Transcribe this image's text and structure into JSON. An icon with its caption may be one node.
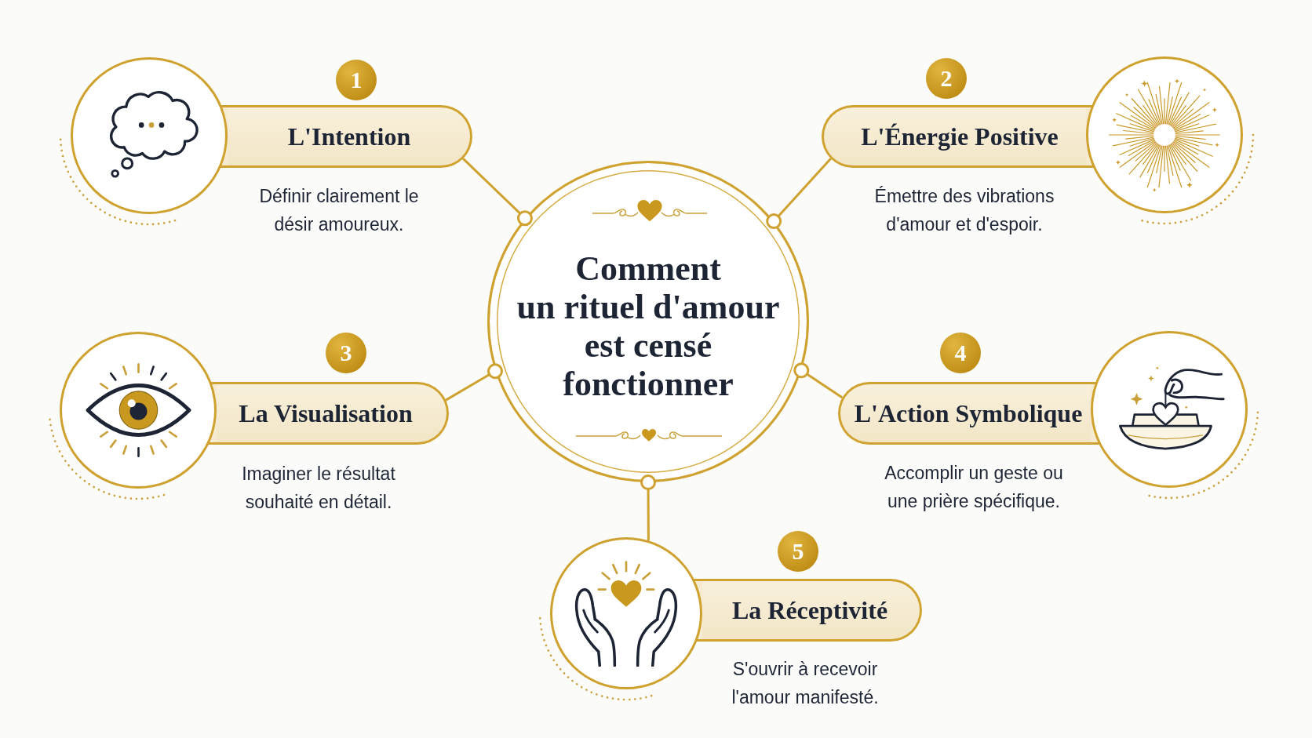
{
  "diagram": {
    "nodes": [
      {
        "text": [
          "Comment un **rituel d'amour** est censé fonctionner"
        ]
      },
      {
        "text": [],
        "shape": "circle"
      },
      {
        "text": [
          "1"
        ]
      },
      {
        "text": [
          "L'Intention"
        ],
        "beside": [
          "Définir clairement le désir amoureux."
        ]
      },
      {
        "text": [
          "2"
        ]
      },
      {
        "text": [
          "L'Énergie Positive"
        ],
        "beside": [
          "Émettre des vibrations d'amour et d'espoir."
        ]
      },
      {
        "text": [],
        "shape": "circle"
      },
      {
        "text": [],
        "shape": "circle"
      },
      {
        "text": [
          "3"
        ]
      },
      {
        "text": [
          "La Visualisation"
        ],
        "beside": [
          "Imaginer le résultat souhaité en détail."
        ]
      },
      {
        "text": [
          "4"
        ]
      },
      {
        "text": [
          "L'Action Symbolique"
        ],
        "beside": [
          "Accomplir un geste ou une prière spécifique."
        ]
      },
      {
        "text": [],
        "shape": "circle"
      },
      {
        "text": [],
        "shape": "circle"
      },
      {
        "text": [
          "5"
        ]
      },
      {
        "text": [
          "La Réceptivité"
        ],
        "beside": [
          "S'ouvrir à recevoir l'amour manifesté."
        ]
      }
    ],
    "edges": [
      {
        "from": 3,
        "to": 0,
        "arrow": "other"
      },
      {
        "from": 5,
        "to": 0,
        "arrow": "other"
      },
      {
        "from": 9,
        "to": 0,
        "arrow": "other"
      },
      {
        "from": 11,
        "to": 0,
        "arrow": "other"
      },
      {
        "from": 13,
        "to": 0,
        "arrow": "other"
      }
    ]
  }
}
